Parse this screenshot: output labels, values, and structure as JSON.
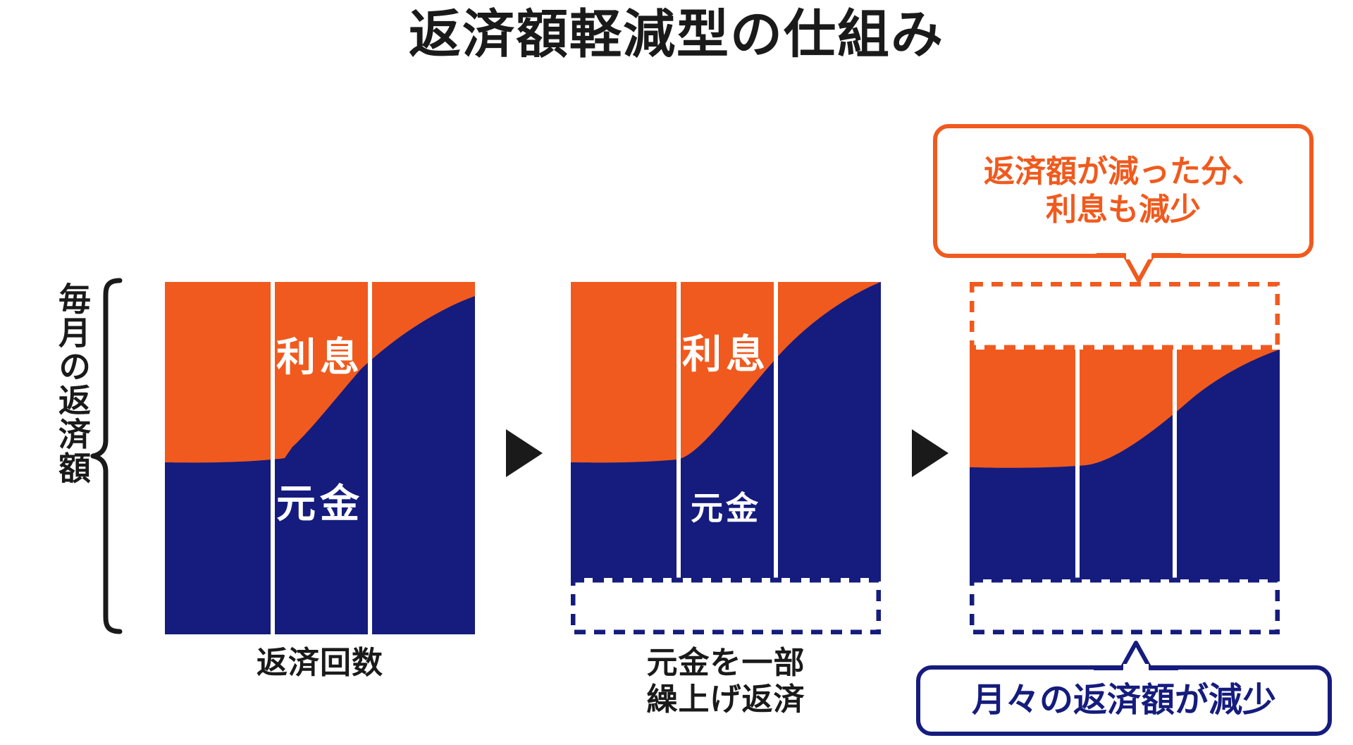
{
  "title": "返済額軽減型の仕組み",
  "axis": {
    "y_label": "毎月の返済額",
    "brace_name": "curly-brace"
  },
  "charts": [
    {
      "id": "before",
      "caption": "返済回数",
      "segments": [
        {
          "name": "interest",
          "label": "利息",
          "color": "#F05A1E"
        },
        {
          "name": "principal",
          "label": "元金",
          "color": "#151C7D"
        }
      ],
      "dashed_top": null,
      "dashed_bottom": null
    },
    {
      "id": "prepayment",
      "caption": "元金を一部\n繰上げ返済",
      "segments": [
        {
          "name": "interest",
          "label": "利息",
          "color": "#F05A1E"
        },
        {
          "name": "principal",
          "label": "元金",
          "color": "#151C7D"
        }
      ],
      "dashed_top": null,
      "dashed_bottom": {
        "name": "principal-reduction-box",
        "color": "#151C7D"
      }
    },
    {
      "id": "after",
      "caption": "",
      "segments": [
        {
          "name": "interest",
          "label": "",
          "color": "#F05A1E"
        },
        {
          "name": "principal",
          "label": "",
          "color": "#151C7D"
        }
      ],
      "dashed_top": {
        "name": "interest-reduction-box",
        "color": "#F05A1E"
      },
      "dashed_bottom": {
        "name": "payment-reduction-box",
        "color": "#151C7D"
      }
    }
  ],
  "arrows": [
    {
      "name": "flow-arrow-1"
    },
    {
      "name": "flow-arrow-2"
    }
  ],
  "callouts": [
    {
      "name": "interest-decrease-callout",
      "text": "返済額が減った分、\n利息も減少",
      "color": "#F05A1E"
    },
    {
      "name": "monthly-payment-decrease-callout",
      "text": "月々の返済額が減少",
      "color": "#151C7D"
    }
  ],
  "colors": {
    "interest": "#F05A1E",
    "principal": "#151C7D",
    "text": "#1a1a1a",
    "background": "#ffffff",
    "divider": "#ffffff"
  },
  "chart_data": {
    "type": "area",
    "title": "返済額軽減型の仕組み",
    "xlabel": "返済回数",
    "ylabel": "毎月の返済額",
    "grid": false,
    "legend": [
      "利息",
      "元金"
    ],
    "legend_position": "inline",
    "panels": [
      {
        "name": "before",
        "caption": "返済回数",
        "x": [
          0,
          0.25,
          0.5,
          0.75,
          1.0
        ],
        "total_payment": [
          100,
          100,
          100,
          100,
          100
        ],
        "principal_share": [
          42,
          46,
          55,
          72,
          100
        ],
        "interest_share": [
          58,
          54,
          45,
          28,
          0
        ],
        "column_dividers": [
          0.345,
          0.655
        ]
      },
      {
        "name": "prepayment",
        "caption": "元金を一部\n繰上げ返済",
        "x": [
          0,
          0.25,
          0.5,
          0.75,
          1.0
        ],
        "total_payment": [
          100,
          100,
          100,
          100,
          100
        ],
        "principal_share": [
          42,
          46,
          55,
          72,
          100
        ],
        "interest_share": [
          58,
          54,
          45,
          28,
          0
        ],
        "column_dividers": [
          0.345,
          0.655
        ],
        "dashed_region_bottom_height": 22
      },
      {
        "name": "after",
        "caption": "",
        "x": [
          0,
          0.25,
          0.5,
          0.75,
          1.0
        ],
        "total_payment": [
          72,
          72,
          72,
          72,
          72
        ],
        "principal_share": [
          30,
          33,
          40,
          52,
          72
        ],
        "interest_share": [
          42,
          39,
          32,
          20,
          0
        ],
        "column_dividers": [
          0.345,
          0.655
        ],
        "dashed_region_top_height": 28,
        "dashed_region_bottom_height": 22
      }
    ]
  }
}
